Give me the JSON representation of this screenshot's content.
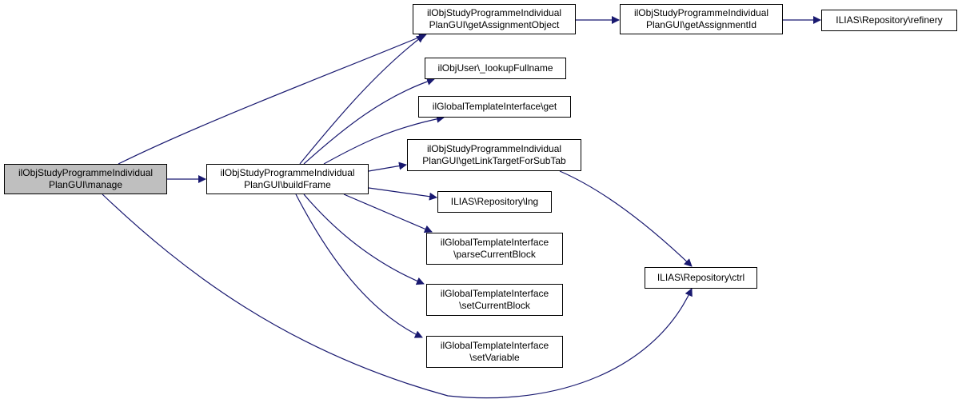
{
  "graph": {
    "type": "call-graph",
    "edge_color": "#191970",
    "root_fill": "#bfbfbf",
    "nodes": {
      "manage": {
        "lines": [
          "ilObjStudyProgrammeIndividual",
          "PlanGUI\\manage"
        ],
        "root": true
      },
      "buildFrame": {
        "lines": [
          "ilObjStudyProgrammeIndividual",
          "PlanGUI\\buildFrame"
        ]
      },
      "getAssignmentObject": {
        "lines": [
          "ilObjStudyProgrammeIndividual",
          "PlanGUI\\getAssignmentObject"
        ]
      },
      "lookupFullname": {
        "lines": [
          "ilObjUser\\_lookupFullname"
        ]
      },
      "get": {
        "lines": [
          "ilGlobalTemplateInterface\\get"
        ]
      },
      "getLinkTargetForSubTab": {
        "lines": [
          "ilObjStudyProgrammeIndividual",
          "PlanGUI\\getLinkTargetForSubTab"
        ]
      },
      "lng": {
        "lines": [
          "ILIAS\\Repository\\lng"
        ]
      },
      "parseCurrentBlock": {
        "lines": [
          "ilGlobalTemplateInterface",
          "\\parseCurrentBlock"
        ]
      },
      "setCurrentBlock": {
        "lines": [
          "ilGlobalTemplateInterface",
          "\\setCurrentBlock"
        ]
      },
      "setVariable": {
        "lines": [
          "ilGlobalTemplateInterface",
          "\\setVariable"
        ]
      },
      "getAssignmentId": {
        "lines": [
          "ilObjStudyProgrammeIndividual",
          "PlanGUI\\getAssignmentId"
        ]
      },
      "refinery": {
        "lines": [
          "ILIAS\\Repository\\refinery"
        ]
      },
      "ctrl": {
        "lines": [
          "ILIAS\\Repository\\ctrl"
        ]
      }
    },
    "edges": [
      {
        "from": "manage",
        "to": "buildFrame"
      },
      {
        "from": "manage",
        "to": "getAssignmentObject"
      },
      {
        "from": "manage",
        "to": "ctrl"
      },
      {
        "from": "buildFrame",
        "to": "getAssignmentObject"
      },
      {
        "from": "buildFrame",
        "to": "lookupFullname"
      },
      {
        "from": "buildFrame",
        "to": "get"
      },
      {
        "from": "buildFrame",
        "to": "getLinkTargetForSubTab"
      },
      {
        "from": "buildFrame",
        "to": "lng"
      },
      {
        "from": "buildFrame",
        "to": "parseCurrentBlock"
      },
      {
        "from": "buildFrame",
        "to": "setCurrentBlock"
      },
      {
        "from": "buildFrame",
        "to": "setVariable"
      },
      {
        "from": "getAssignmentObject",
        "to": "getAssignmentId"
      },
      {
        "from": "getAssignmentId",
        "to": "refinery"
      },
      {
        "from": "getLinkTargetForSubTab",
        "to": "ctrl"
      }
    ]
  }
}
